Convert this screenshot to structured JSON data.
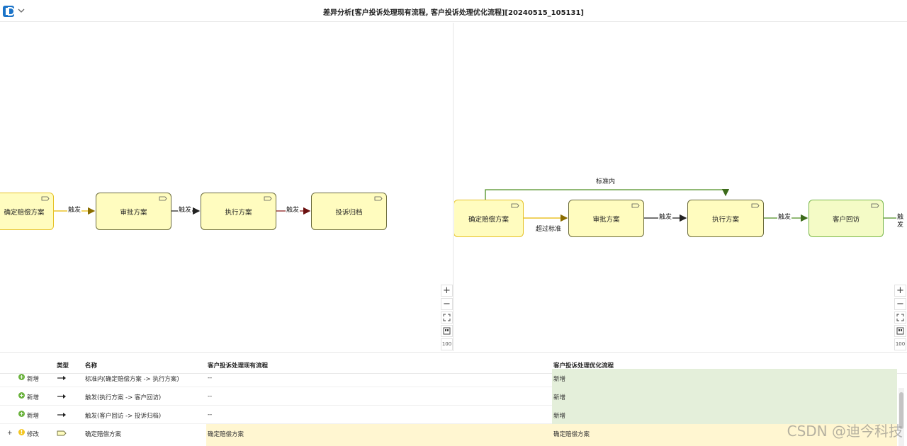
{
  "header": {
    "title": "差异分析[客户投诉处理现有流程, 客户投诉处理优化流程][20240515_105131]",
    "logo_icon": "app-logo-icon",
    "menu_icon": "chevron-down-icon"
  },
  "left_diagram": {
    "nodes": [
      "确定赔偿方案",
      "审批方案",
      "执行方案",
      "投诉归档"
    ],
    "edges": [
      "触发",
      "触发",
      "触发"
    ]
  },
  "right_diagram": {
    "nodes": [
      "确定赔偿方案",
      "审批方案",
      "执行方案",
      "客户回访"
    ],
    "edges": [
      "超过标准",
      "触发",
      "触发",
      "触发"
    ],
    "top_edge": "标准内"
  },
  "zoom": {
    "in": "+",
    "out": "−",
    "fit": "fit-icon",
    "minimap": "minimap-icon",
    "level": "100"
  },
  "table": {
    "headers": {
      "type": "类型",
      "name": "名称",
      "current": "客户投诉处理现有流程",
      "optimized": "客户投诉处理优化流程"
    },
    "rows": [
      {
        "status": "新增",
        "name": "标准内(确定赔偿方案 -> 执行方案)",
        "current": "--",
        "optimized": "新增"
      },
      {
        "status": "新增",
        "name": "触发(执行方案 -> 客户回访)",
        "current": "--",
        "optimized": "新增"
      },
      {
        "status": "新增",
        "name": "触发(客户回访 -> 投诉归档)",
        "current": "--",
        "optimized": "新增"
      },
      {
        "status": "修改",
        "name": "确定赔偿方案",
        "current": "确定赔偿方案",
        "optimized": "确定赔偿方案",
        "expander": "+"
      }
    ]
  },
  "watermark": "CSDN @迪今科技",
  "colors": {
    "added": "#e4efda",
    "modified": "#fff6d1",
    "node_fill": "#fffcbf",
    "accent": "#1a73c8"
  }
}
